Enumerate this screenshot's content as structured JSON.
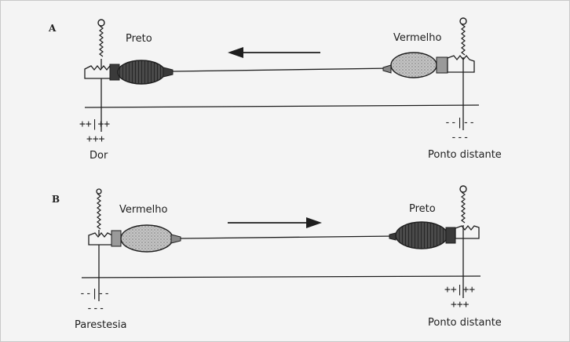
{
  "panel_a": {
    "letter": "A",
    "left_label": "Preto",
    "right_label": "Vermelho",
    "left_signs": [
      "++|++",
      "+++"
    ],
    "left_caption": "Dor",
    "right_signs": [
      "--|--",
      "---"
    ],
    "right_caption": "Ponto distante",
    "arrow_direction": "left"
  },
  "panel_b": {
    "letter": "B",
    "left_label": "Vermelho",
    "right_label": "Preto",
    "left_signs": [
      "--|--",
      "---"
    ],
    "left_caption": "Parestesia",
    "right_signs": [
      "++|++",
      "+++"
    ],
    "right_caption": "Ponto distante",
    "arrow_direction": "right"
  },
  "colors": {
    "ink": "#1e1e1e",
    "background": "#f4f4f4",
    "black_clip_fill": "#3a3a3a",
    "red_clip_fill": "#a8a8a8"
  }
}
